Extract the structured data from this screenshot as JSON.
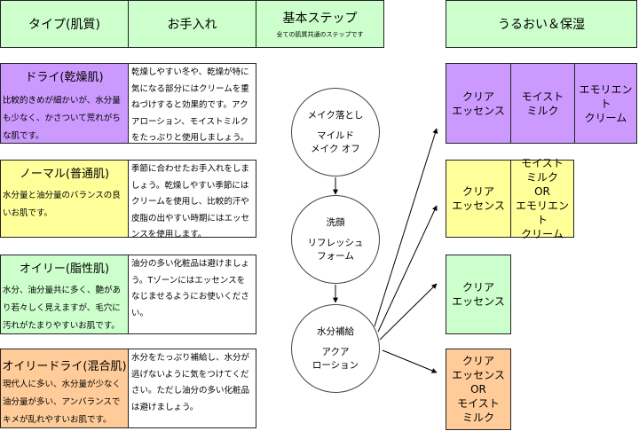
{
  "headers": {
    "type": "タイプ(肌質)",
    "care": "お手入れ",
    "steps": "基本ステップ",
    "steps_note": "全ての肌質共通のステップです",
    "moisture": "うるおい＆保湿"
  },
  "types": [
    {
      "name": "ドライ(乾燥肌)",
      "desc": "比較的きめが細かいが、水分量も少なく、かさついて荒れがちな肌です。",
      "care": "乾燥しやすい冬や、乾燥が特に気になる部分にはクリームを重ねづけすると効果的です。アクアローション、モイストミルクをたっぷりと使用しましょう。",
      "color": "#cc99ff"
    },
    {
      "name": "ノーマル(普通肌)",
      "desc": "水分量と油分量のバランスの良いお肌です。",
      "care": "季節に合わせたお手入れをしましょう。乾燥しやすい季節にはクリームを使用し、比較的汗や皮脂の出やすい時期にはエッセンスを使用します。",
      "color": "#ffff99"
    },
    {
      "name": "オイリー(脂性肌)",
      "desc": "水分、油分量共に多く、艶があり若々しく見えますが、毛穴に汚れがたまりやすいお肌です。",
      "care": "油分の多い化粧品は避けましょう。Tゾーンにはエッセンスをなじませるようにお使いください。",
      "color": "#ccffcc"
    },
    {
      "name": "オイリードライ(混合肌)",
      "desc": "現代人に多い、水分量が少なく油分量が多い、アンバランスでキメが乱れやすいお肌です。",
      "care": "水分をたっぷり補給し、水分が逃げないように気をつけてください。ただし油分の多い化粧品は避けましょう。",
      "color": "#ffcc99"
    }
  ],
  "steps": [
    {
      "title": "メイク落とし",
      "product": "マイルド\nメイク オフ"
    },
    {
      "title": "洗顔",
      "product": "リフレッシュ\nフォーム"
    },
    {
      "title": "水分補給",
      "product": "アクア\nローション"
    }
  ],
  "moisture": {
    "dry": [
      "クリア\nエッセンス",
      "モイスト\nミルク",
      "エモリエント\nクリーム"
    ],
    "normal": [
      "クリア\nエッセンス",
      "モイスト\nミルク\nOR\nエモリエント\nクリーム"
    ],
    "oily": [
      "クリア\nエッセンス"
    ],
    "combination": [
      "クリア\nエッセンス\nOR\nモイスト\nミルク"
    ]
  }
}
